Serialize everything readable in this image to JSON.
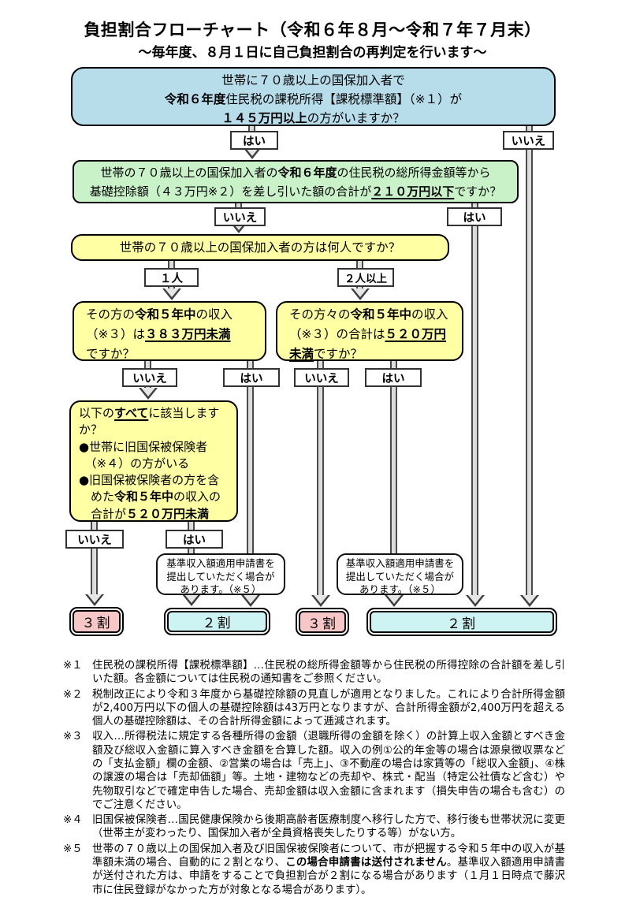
{
  "title": "負担割合フローチャート（令和６年８月～令和７年７月末）",
  "subtitle": "～毎年度、８月１日に自己負担割合の再判定を行います～",
  "colors": {
    "question_blue": "#b7dcea",
    "question_green": "#c9f2c9",
    "question_yellow": "#ffffa3",
    "result_pink": "#f7c6c6",
    "result_cyan": "#cdf4f2"
  },
  "flow": {
    "q1": {
      "l1": "世帯に７０歳以上の国保加入者で",
      "l2_b": "令和６年度",
      "l2_r": "住民税の課税所得【課税標準額】（※１）が",
      "l3_u": "１４５万円以上",
      "l3_r": "の方がいますか？"
    },
    "q2": {
      "l1_a": "世帯の７０歳以上の国保加入者の",
      "l1_b": "令和６年度",
      "l1_c": "の住民税の総所得金額等から",
      "l2_a": "基礎控除額（４３万円※２）を差し引いた額の合計が",
      "l2_u": "２１０万円以下",
      "l2_c": "ですか？"
    },
    "q3": {
      "text": "世帯の７０歳以上の国保加入者の方は何人ですか？"
    },
    "q4": {
      "l1_a": "その方の",
      "l1_b": "令和５年中",
      "l1_c": "の収入",
      "l2_a": "（※３）は",
      "l2_u": "３８３万円未満",
      "l3": "ですか？"
    },
    "q5": {
      "l1_a": "その方々の",
      "l1_b": "令和５年中",
      "l1_c": "の収入",
      "l2_a": "（※３）の合計は",
      "l2_u": "５２０万円",
      "l3_u": "未満",
      "l3_c": "ですか？"
    },
    "q6": {
      "l1_a": "以下の",
      "l1_u": "すべて",
      "l1_c": "に該当します",
      "l2": "か？",
      "l3": "●世帯に旧国保被保険者",
      "l4": "　（※４）の方がいる",
      "l5": "●旧国保被保険者の方を含",
      "l6_a": "　めた",
      "l6_b": "令和５年中",
      "l6_c": "の収入の",
      "l7_a": "　合計が",
      "l7_u": "５２０万円未満"
    }
  },
  "labels": {
    "yes": "はい",
    "no": "いいえ",
    "one_person": "１人",
    "two_or_more": "２人以上"
  },
  "callout": {
    "l1": "基準収入額適用申請書を",
    "l2": "提出していただく場合が",
    "l3": "あります。（※５）"
  },
  "results": {
    "thirty": "３割",
    "twenty": "２割"
  },
  "footnotes": {
    "fn1": {
      "marker": "※１",
      "text": "住民税の課税所得【課税標準額】…住民税の総所得金額等から住民税の所得控除の合計額を差し引いた額。各金額については住民税の通知書をご参照ください。"
    },
    "fn2": {
      "marker": "※２",
      "text": "税制改正により令和３年度から基礎控除額の見直しが適用となりました。これにより合計所得金額が2,400万円以下の個人の基礎控除額は43万円となりますが、合計所得金額が2,400万円を超える個人の基礎控除額は、その合計所得金額によって逓減されます。"
    },
    "fn3": {
      "marker": "※３",
      "text": "収入…所得税法に規定する各種所得の金額（退職所得の金額を除く）の計算上収入金額とすべき金額及び総収入金額に算入すべき金額を合算した額。収入の例①公的年金等の場合は源泉徴収票などの「支払金額」欄の金額、②営業の場合は「売上」、③不動産の場合は家賃等の「総収入金額」、④株の譲渡の場合は「売却価額」等。土地・建物などの売却や、株式・配当（特定公社債など含む）や先物取引などで確定申告した場合、売却金額は収入金額に含まれます（損失申告の場合も含む）のでご注意ください。"
    },
    "fn4": {
      "marker": "※４",
      "text": "旧国保被保険者…国民健康保険から後期高齢者医療制度へ移行した方で、移行後も世帯状況に変更（世帯主が変わったり、国保加入者が全員資格喪失したりする等）がない方。"
    },
    "fn5": {
      "marker": "※５",
      "p1": "世帯の７０歳以上の国保加入者及び旧国保被保険者について、市が把握する令和５年中の収入が基準額未満の場合、自動的に２割となり、",
      "bold": "この場合申請書は送付されません",
      "p2": "。基準収入額適用申請書が送付された方は、申請をすることで負担割合が２割になる場合があります（１月１日時点で藤沢市に住民登録がなかった方が対象となる場合があります）。"
    }
  }
}
